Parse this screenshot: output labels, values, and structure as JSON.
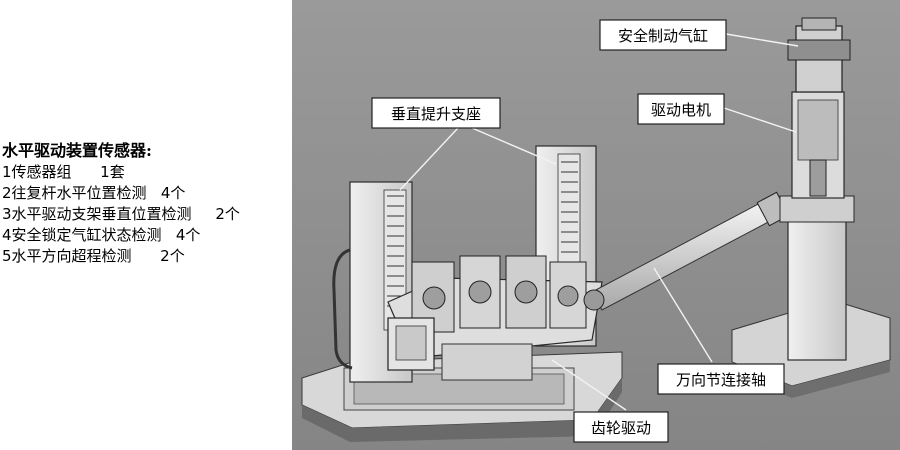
{
  "sensor_list": {
    "title": "水平驱动装置传感器:",
    "items": [
      "1传感器组      1套",
      "2往复杆水平位置检测   4个",
      "3水平驱动支架垂直位置检测     2个",
      "4安全锁定气缸状态检测   4个",
      "5水平方向超程检测      2个"
    ]
  },
  "labels": {
    "safety_brake_cylinder": "安全制动气缸",
    "vertical_lift_support": "垂直提升支座",
    "drive_motor": "驱动电机",
    "universal_joint_shaft": "万向节连接轴",
    "gear_drive": "齿轮驱动"
  },
  "colors": {
    "photo_background": "#8e8e8e",
    "metal_light": "#e2e2e2",
    "metal_mid": "#bdbdbd",
    "metal_dark": "#4a4a4a",
    "label_fill": "#ffffff"
  }
}
